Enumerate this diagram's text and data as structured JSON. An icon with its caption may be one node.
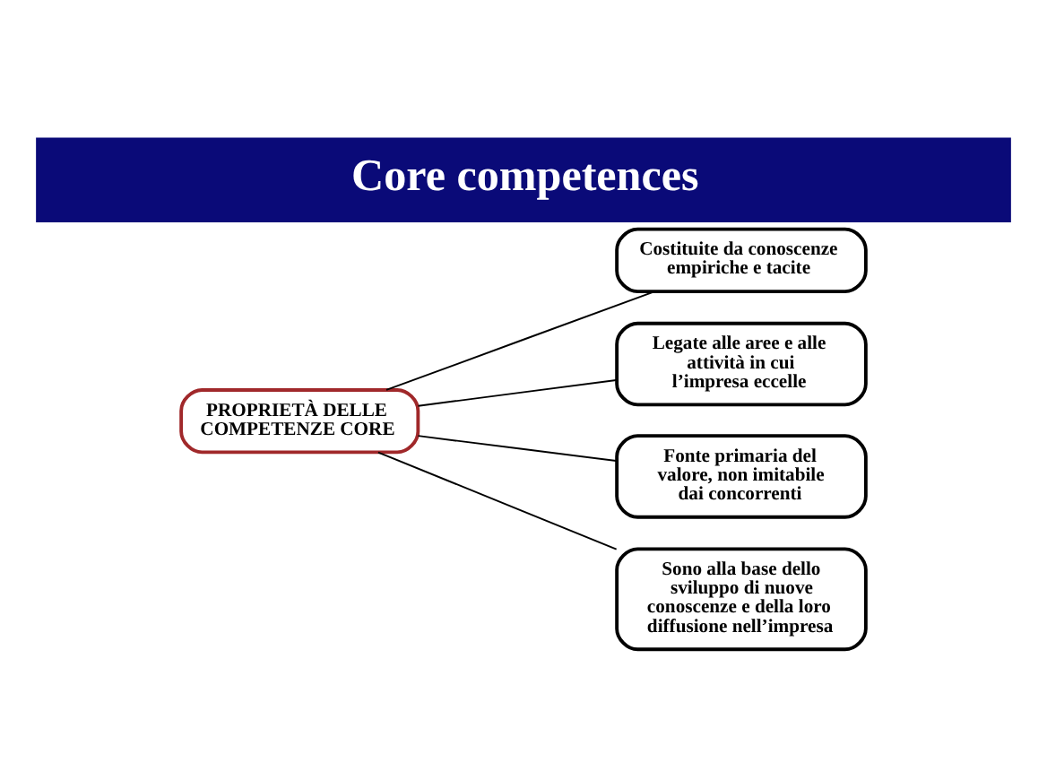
{
  "diagram": {
    "title": "Core competences",
    "nodes": [
      {
        "text": [
          "PROPRIETÀ DELLE COMPETENZE CORE"
        ]
      },
      {
        "text": [
          "Costituite da conoscenze empiriche e tacite"
        ]
      },
      {
        "text": [
          "Legate alle aree e alle attività in cui l’impresa eccelle"
        ]
      },
      {
        "text": [
          "Fonte primaria del valore, non imitabile dai concorrenti"
        ]
      },
      {
        "text": [
          "Sono alla base dello sviluppo di nuove conoscenze e della loro diffusione nell’impresa"
        ]
      }
    ],
    "edges": [
      {
        "from": 0,
        "to": 1,
        "arrow": "none"
      },
      {
        "from": 0,
        "to": 2,
        "arrow": "none"
      },
      {
        "from": 0,
        "to": 3,
        "arrow": "none"
      },
      {
        "from": 0,
        "to": 4,
        "arrow": "none"
      }
    ]
  }
}
